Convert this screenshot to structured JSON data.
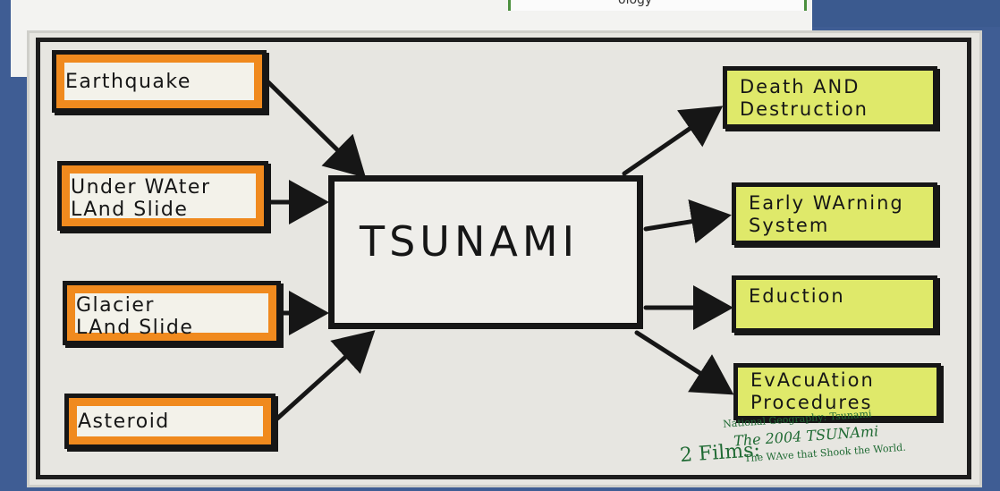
{
  "top_tab_text": "ology",
  "causes": [
    {
      "label": "Earthquake"
    },
    {
      "label": "Under WAter\nLAnd Slide"
    },
    {
      "label": "Glacier\nLAnd Slide"
    },
    {
      "label": "Asteroid"
    }
  ],
  "center": {
    "label": "TSUNAMI"
  },
  "effects": [
    {
      "label": "Death AND\nDestruction"
    },
    {
      "label": "Early WArning\nSystem"
    },
    {
      "label": "Eduction"
    },
    {
      "label": "EvAcuAtion\nProcedures"
    }
  ],
  "note": {
    "source": "National Geography: Tsunami",
    "prefix": "2 Films:",
    "line1": "The 2004 TSUNAmi",
    "line2": "The WAve that Shook the World."
  },
  "colors": {
    "cause_border": "#f08a1e",
    "effect_fill": "#dfe96a",
    "ink": "#161616",
    "note_ink": "#1f6a33"
  }
}
